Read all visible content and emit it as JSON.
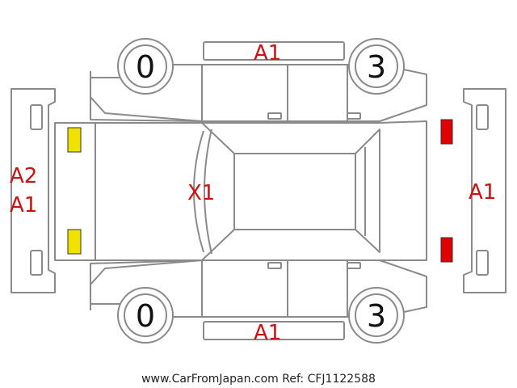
{
  "marks": {
    "roof": "X1",
    "top_side": "A1",
    "bottom_side": "A1",
    "front_bumper_1": "A2",
    "front_bumper_2": "A1",
    "rear_bumper": "A1"
  },
  "tires": {
    "front_left": "0",
    "rear_left": "3",
    "front_right": "0",
    "rear_right": "3"
  },
  "indicator_colors": {
    "front_lamps": "#f2e200",
    "rear_lamps": "#e00000",
    "grade_text": "#cc1111"
  },
  "footer": {
    "source": "www.CarFromJapan.com Ref: CFJ1122588"
  }
}
